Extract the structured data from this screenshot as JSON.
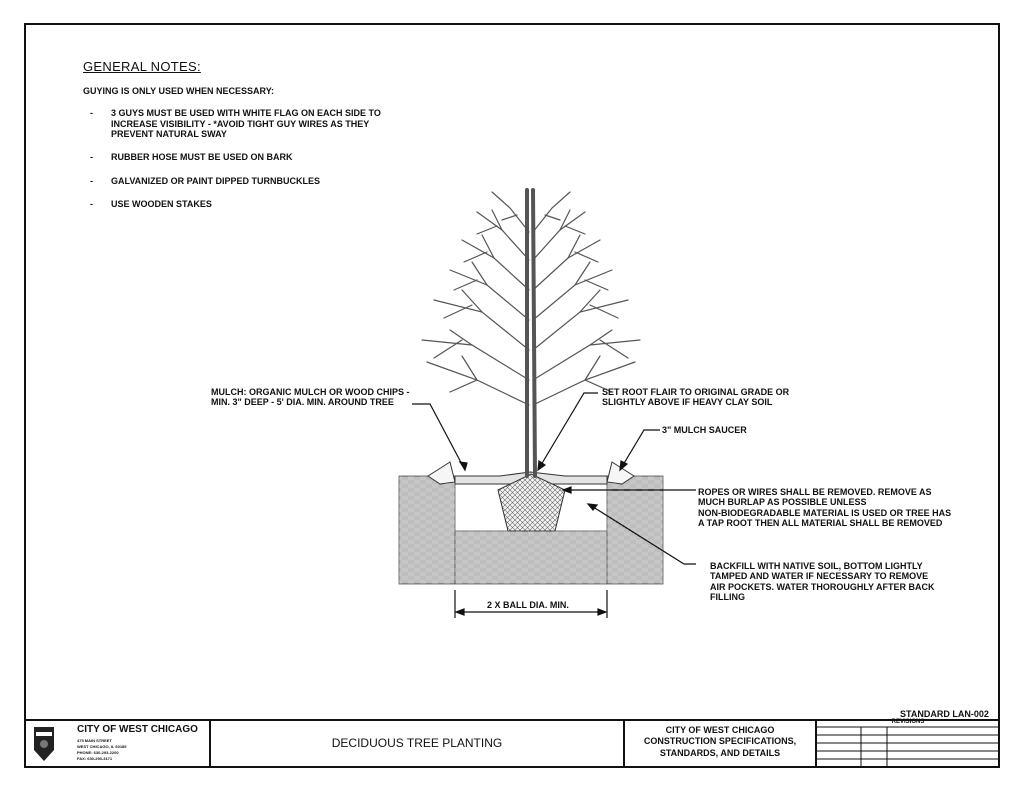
{
  "notes": {
    "heading": "GENERAL NOTES:",
    "intro": "GUYING IS ONLY USED WHEN NECESSARY:",
    "items": [
      "3 GUYS MUST BE USED WITH WHITE FLAG ON EACH SIDE TO INCREASE VISIBILITY - *AVOID TIGHT GUY WIRES AS THEY PREVENT NATURAL SWAY",
      "RUBBER HOSE MUST BE USED ON BARK",
      "GALVANIZED OR PAINT DIPPED TURNBUCKLES",
      "USE WOODEN STAKES"
    ]
  },
  "callouts": {
    "mulch": "MULCH: ORGANIC MULCH OR WOOD CHIPS -\nMIN. 3\" DEEP - 5' DIA. MIN. AROUND TREE",
    "root_flair": "SET ROOT FLAIR TO ORIGINAL GRADE OR\nSLIGHTLY ABOVE IF HEAVY CLAY SOIL",
    "saucer": "3\" MULCH SAUCER",
    "ropes": "ROPES OR WIRES SHALL BE REMOVED. REMOVE AS\nMUCH BURLAP AS POSSIBLE UNLESS\nNON-BIODEGRADABLE MATERIAL IS USED OR TREE HAS\nA TAP ROOT THEN ALL MATERIAL SHALL BE REMOVED",
    "backfill": "BACKFILL WITH NATIVE SOIL, BOTTOM LIGHTLY\nTAMPED AND WATER IF NECESSARY TO REMOVE\nAIR POCKETS. WATER THOROUGHLY AFTER BACK\nFILLING",
    "dimension": "2 X BALL DIA. MIN."
  },
  "standard_number": "STANDARD LAN-002",
  "title_block": {
    "org_name": "CITY OF WEST CHICAGO",
    "org_address_lines": [
      "475 MAIN STREET",
      "WEST CHICAGO, IL 60185",
      "PHONE: 630-293-2200",
      "FAX: 630-293-3171"
    ],
    "drawing_title": "DECIDUOUS TREE PLANTING",
    "spec_text": "CITY OF WEST CHICAGO\nCONSTRUCTION SPECIFICATIONS,\nSTANDARDS, AND DETAILS",
    "revisions_label": "REVISIONS"
  }
}
